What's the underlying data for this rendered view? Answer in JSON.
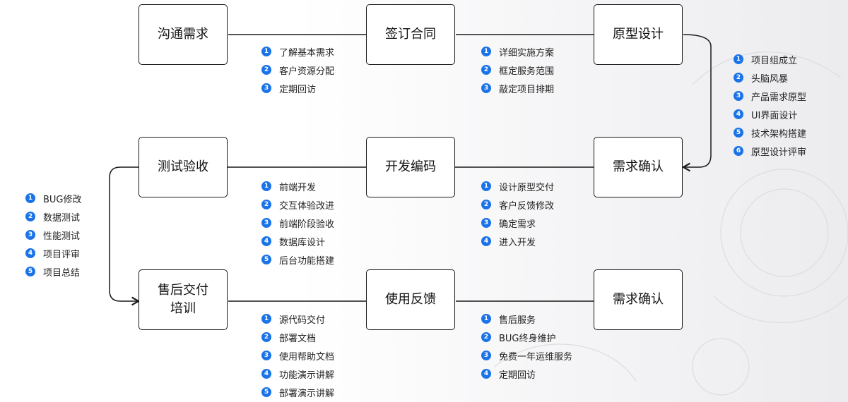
{
  "boxes": {
    "b1": "沟通需求",
    "b2": "签订合同",
    "b3": "原型设计",
    "b4": "需求确认",
    "b5": "开发编码",
    "b6": "测试验收",
    "b7_line1": "售后交付",
    "b7_line2": "培训",
    "b8": "使用反馈",
    "b9": "需求确认"
  },
  "lists": {
    "l1": [
      {
        "n": "1",
        "t": "了解基本需求"
      },
      {
        "n": "2",
        "t": "客户资源分配"
      },
      {
        "n": "3",
        "t": "定期回访"
      }
    ],
    "l2": [
      {
        "n": "1",
        "t": "详细实施方案"
      },
      {
        "n": "2",
        "t": "框定服务范围"
      },
      {
        "n": "3",
        "t": "敲定项目排期"
      }
    ],
    "l3": [
      {
        "n": "1",
        "t": "项目组成立"
      },
      {
        "n": "2",
        "t": "头脑风暴"
      },
      {
        "n": "3",
        "t": "产品需求原型"
      },
      {
        "n": "4",
        "t": "UI界面设计"
      },
      {
        "n": "5",
        "t": "技术架构搭建"
      },
      {
        "n": "6",
        "t": "原型设计评审"
      }
    ],
    "l4": [
      {
        "n": "1",
        "t": "设计原型交付"
      },
      {
        "n": "2",
        "t": "客户反馈修改"
      },
      {
        "n": "3",
        "t": "确定需求"
      },
      {
        "n": "4",
        "t": "进入开发"
      }
    ],
    "l5": [
      {
        "n": "1",
        "t": "前端开发"
      },
      {
        "n": "2",
        "t": "交互体验改进"
      },
      {
        "n": "3",
        "t": "前端阶段验收"
      },
      {
        "n": "4",
        "t": "数据库设计"
      },
      {
        "n": "5",
        "t": "后台功能搭建"
      }
    ],
    "l6": [
      {
        "n": "1",
        "t": "BUG修改"
      },
      {
        "n": "2",
        "t": "数据测试"
      },
      {
        "n": "3",
        "t": "性能测试"
      },
      {
        "n": "4",
        "t": "项目评审"
      },
      {
        "n": "5",
        "t": "项目总结"
      }
    ],
    "l7": [
      {
        "n": "1",
        "t": "源代码交付"
      },
      {
        "n": "2",
        "t": "部署文档"
      },
      {
        "n": "3",
        "t": "使用帮助文档"
      },
      {
        "n": "4",
        "t": "功能演示讲解"
      },
      {
        "n": "5",
        "t": "部署演示讲解"
      }
    ],
    "l8": [
      {
        "n": "1",
        "t": "售后服务"
      },
      {
        "n": "2",
        "t": "BUG终身维护"
      },
      {
        "n": "3",
        "t": "免费一年运维服务"
      },
      {
        "n": "4",
        "t": "定期回访"
      }
    ]
  },
  "colors": {
    "accent": "#1a73e8",
    "line": "#1a1a1a"
  }
}
